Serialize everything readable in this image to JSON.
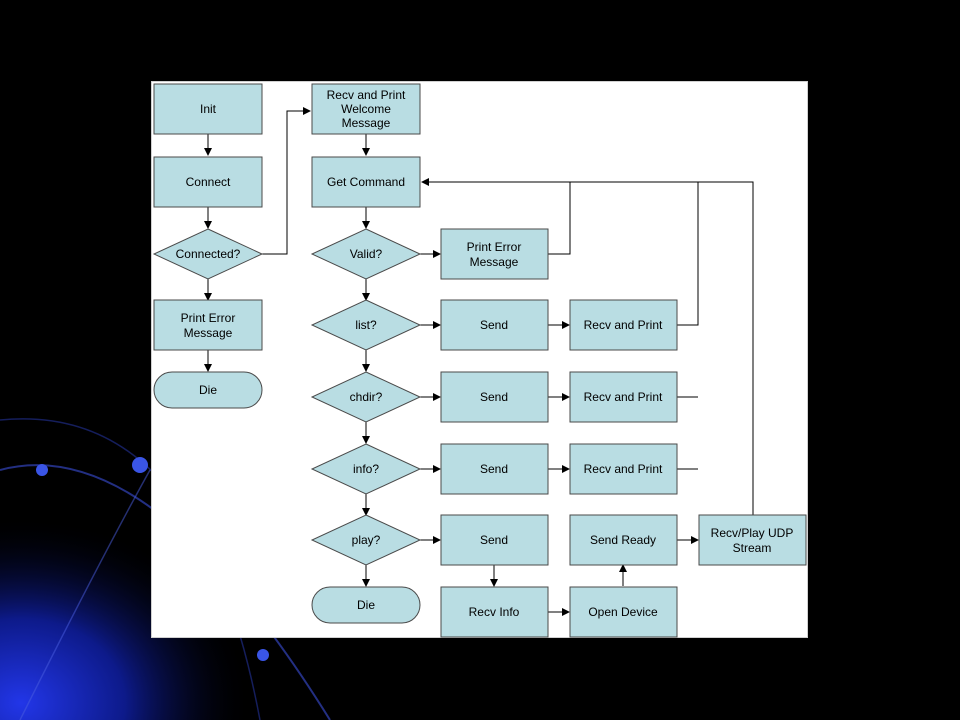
{
  "colors": {
    "background": "#000000",
    "panel": "#ffffff",
    "node_fill": "#b9dde3",
    "node_stroke": "#4a4a4a",
    "edge": "#000000",
    "bg_accent_blue": "#1a2fd6"
  },
  "diagram": {
    "nodes": {
      "init": "Init",
      "connect": "Connect",
      "connected_q": "Connected?",
      "print_error_1": "Print Error Message",
      "die_1": "Die",
      "recv_print_welcome": "Recv and Print Welcome Message",
      "get_command": "Get Command",
      "valid_q": "Valid?",
      "print_error_2": "Print Error Message",
      "list_q": "list?",
      "send_list": "Send",
      "recv_print_list": "Recv and Print",
      "chdir_q": "chdir?",
      "send_chdir": "Send",
      "recv_print_chdir": "Recv and Print",
      "info_q": "info?",
      "send_info": "Send",
      "recv_print_info": "Recv and Print",
      "play_q": "play?",
      "send_play": "Send",
      "send_ready": "Send Ready",
      "recv_play_udp": "Recv/Play UDP Stream",
      "die_2": "Die",
      "recv_info": "Recv Info",
      "open_device": "Open Device"
    }
  }
}
